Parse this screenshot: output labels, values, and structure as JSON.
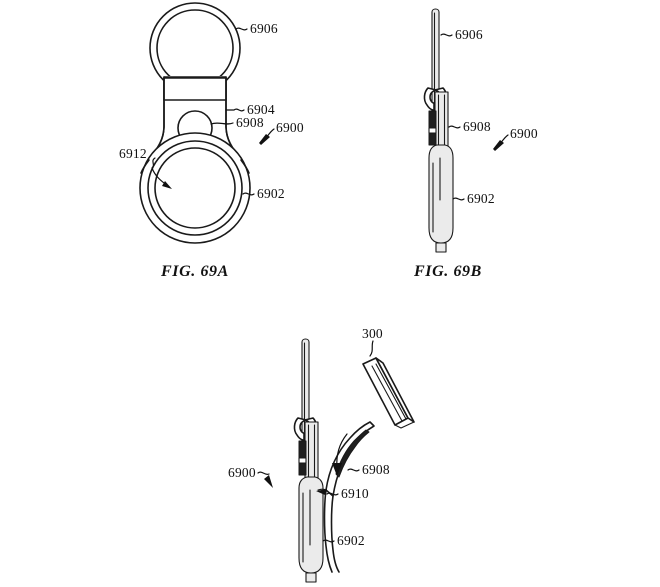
{
  "sheet": {
    "title": "Patent drawing sheet - key ring tracking accessory",
    "background_color": "#ffffff",
    "line_color": "#1a1a1a"
  },
  "figures": [
    {
      "id": "fig-69a",
      "caption": "FIG. 69A",
      "view": "front elevation of key ring accessory",
      "labels": [
        {
          "key": "ring",
          "text": "6906"
        },
        {
          "key": "neck",
          "text": "6904"
        },
        {
          "key": "aperture",
          "text": "6908"
        },
        {
          "key": "assembly",
          "text": "6900"
        },
        {
          "key": "inner-ring",
          "text": "6912"
        },
        {
          "key": "body",
          "text": "6902"
        }
      ]
    },
    {
      "id": "fig-69b",
      "caption": "FIG. 69B",
      "view": "side elevation of key ring accessory",
      "labels": [
        {
          "key": "ring",
          "text": "6906"
        },
        {
          "key": "aperture",
          "text": "6908"
        },
        {
          "key": "assembly",
          "text": "6900"
        },
        {
          "key": "body",
          "text": "6902"
        }
      ]
    },
    {
      "id": "fig-69c",
      "caption": "",
      "view": "exploded side view showing insertion of component 300",
      "labels": [
        {
          "key": "component",
          "text": "300"
        },
        {
          "key": "assembly",
          "text": "6900"
        },
        {
          "key": "flap",
          "text": "6908"
        },
        {
          "key": "opening",
          "text": "6910"
        },
        {
          "key": "body",
          "text": "6902"
        }
      ]
    }
  ]
}
